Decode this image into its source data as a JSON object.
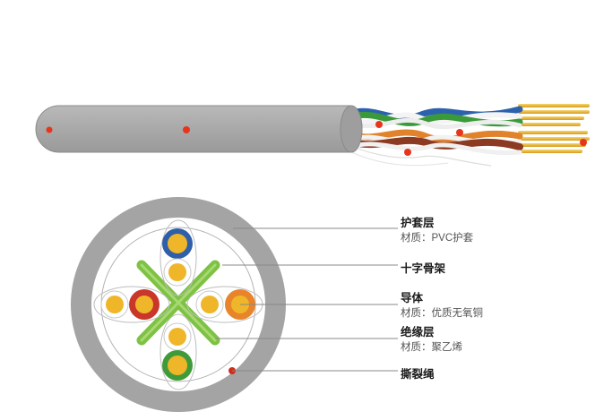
{
  "labels": {
    "jacket": {
      "title": "护套层",
      "material": "材质：PVC护套"
    },
    "cross_filler": {
      "title": "十字骨架"
    },
    "conductor": {
      "title": "导体",
      "material": "材质：优质无氧铜"
    },
    "insulation": {
      "title": "绝缘层",
      "material": "材质：聚乙烯"
    },
    "ripcord": {
      "title": "撕裂绳"
    }
  },
  "colors": {
    "jacket": "#a4a4a4",
    "cross": "#7dc243",
    "pair_blue": "#2e5fa8",
    "pair_red": "#c8372a",
    "pair_orange": "#e8842a",
    "pair_green": "#3f9b3a",
    "copper": "#f0b62a",
    "marker": "#e8341c",
    "leader": "#888888"
  }
}
